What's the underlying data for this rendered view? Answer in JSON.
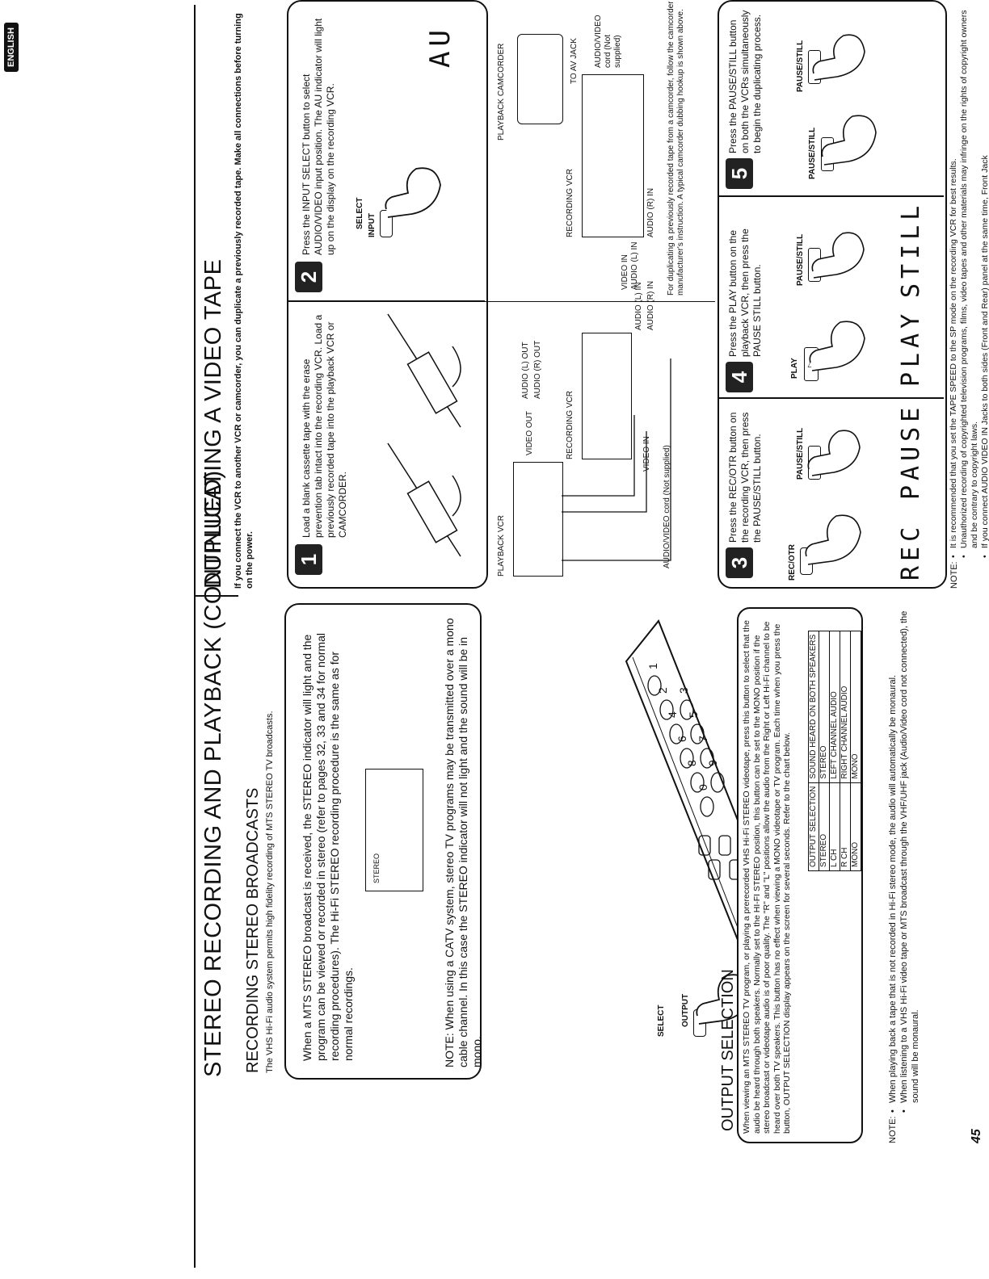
{
  "left": {
    "title": "STEREO RECORDING AND PLAYBACK (CONTINUED)",
    "recording": {
      "heading": "RECORDING STEREO BROADCASTS",
      "subtitle": "The VHS Hi-Fi audio system permits high fidelity recording of MTS STEREO TV broadcasts.",
      "box_text": "When a MTS STEREO broadcast is received, the STEREO indicator will light and the program can be viewed or recorded in stereo (refer to pages 32, 33 and 34 for normal recording procedures). The Hi-Fi STEREO recording procedure is the same as for normal recordings.",
      "indicator": "STEREO",
      "note": "NOTE:  When using a CATV system, stereo TV programs may be transmitted over a mono cable channel. In this case the STEREO indicator will not light and the sound will be in mono."
    },
    "output": {
      "heading": "OUTPUT SELECTION",
      "select_label": "SELECT",
      "output_label": "OUTPUT",
      "text": "When viewing an MTS STEREO TV program, or playing a prerecorded VHS Hi-Fi STEREO videotape, press this button to select that the audio be heard through both speakers. Normally set to the HI-FI STEREO position, this button can be set to the MONO position if the stereo broadcast or videotape audio is of poor quality. The \"R\" and \"L\" positions allow the audio from the Right or Left Hi-Fi channel to be heard over both TV speakers. This button has no effect when viewing a MONO videotape or TV program. Each time when you press the button, OUTPUT SELECTION display appears on the screen for several seconds. Refer to the chart below.",
      "table": {
        "headers": [
          "OUTPUT SELECTION",
          "SOUND HEARD ON BOTH SPEAKERS"
        ],
        "rows": [
          [
            "STEREO",
            "STEREO"
          ],
          [
            "L CH",
            "LEFT CHANNEL AUDIO"
          ],
          [
            "R CH",
            "RIGHT CHANNEL AUDIO"
          ],
          [
            "MONO",
            "MONO"
          ]
        ]
      },
      "remote_keys": [
        "1",
        "2",
        "3",
        "4",
        "5",
        "6",
        "7",
        "8",
        "9",
        "0"
      ]
    },
    "notes": {
      "label": "NOTE:",
      "items": [
        "When playing back a tape that is not recorded in Hi-Fi stereo mode, the audio will automatically be monaural.",
        "When listening to a VHS Hi-Fi video tape or MTS broadcast through the VHF/UHF jack (Audio/Video cord not connected), the sound will be monaural."
      ]
    },
    "page_number": "45"
  },
  "right": {
    "badge": "ENGLISH",
    "title": "DUPLICATING A VIDEO TAPE",
    "intro": "If you connect the VCR to another VCR or camcorder, you can duplicate a previously recorded tape. Make all connections before turning on the power.",
    "step1": {
      "number": "1",
      "text": "Load a blank cassette tape with the erase prevention tab intact into the recording VCR. Load a previously recorded tape into the playback VCR or CAMCORDER."
    },
    "step2": {
      "number": "2",
      "text": "Press the INPUT SELECT button to select AUDIO/VIDEO input position. The AU indicator will light up on the display on the recording VCR.",
      "btn_select": "SELECT",
      "btn_input": "INPUT",
      "display": "AU"
    },
    "vcr_diagram": {
      "playback_vcr": "PLAYBACK VCR",
      "recording_vcr": "RECORDING VCR",
      "video_out": "VIDEO OUT",
      "audio_l_out": "AUDIO (L) OUT",
      "audio_r_out": "AUDIO (R) OUT",
      "video_in": "VIDEO IN",
      "audio_l_in": "AUDIO (L) IN",
      "audio_r_in": "AUDIO (R) IN",
      "cord": "AUDIO/VIDEO cord (Not supplied)"
    },
    "cam_diagram": {
      "playback_camcorder": "PLAYBACK CAMCORDER",
      "to_av_jack": "TO AV JACK",
      "recording_vcr": "RECORDING VCR",
      "cord": "AUDIO/VIDEO cord (Not supplied)",
      "video_in": "VIDEO IN",
      "audio_l_in": "AUDIO (L) IN",
      "audio_r_in": "AUDIO (R) IN",
      "caption": "For duplicating a previously recorded tape from a camcorder, follow the camcorder manufacturer's instruction. A typical camcorder dubbing hookup is shown above."
    },
    "step3": {
      "number": "3",
      "text": "Press the REC/OTR button on the recording VCR, then press the PAUSE/STILL button.",
      "btn_rec": "REC/OTR",
      "btn_pause": "PAUSE/STILL",
      "display1": "REC",
      "display2": "PAUSE"
    },
    "step4": {
      "number": "4",
      "text": "Press the PLAY button on the playback VCR, then press the PAUSE STILL button.",
      "btn_play": "PLAY",
      "btn_pause": "PAUSE/STILL",
      "display1": "PLAY",
      "display2": "STILL"
    },
    "step5": {
      "number": "5",
      "text": "Press the PAUSE/STILL button on both the VCRs simultaneously to begin the duplicating process.",
      "btn_pause_a": "PAUSE/STILL",
      "btn_pause_b": "PAUSE/STILL"
    },
    "notes": {
      "label": "NOTE:",
      "items": [
        "It is recommended that you set the TAPE SPEED to the SP mode on the recording VCR for best results.",
        "Unauthorized recording of copyrighted television programs, films, video tapes and other materials may infringe on the rights of copyright owners and be contrary to copyright laws.",
        "If you connect AUDIO VIDEO IN Jacks to both sides (Front and Rear) panel at the same time, Front Jack"
      ]
    }
  }
}
